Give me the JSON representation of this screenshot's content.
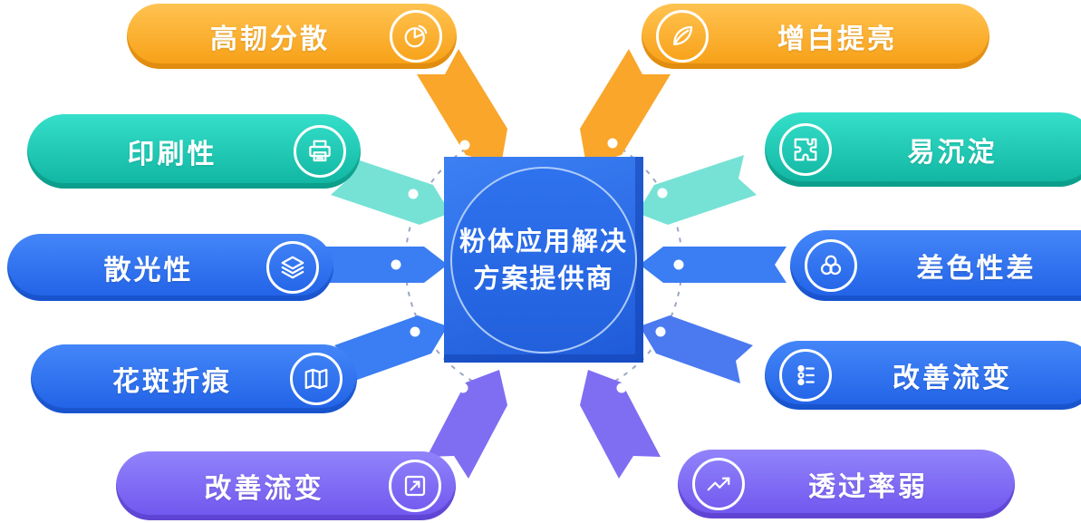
{
  "center": {
    "line1": "粉体应用解决",
    "line2": "方案提供商"
  },
  "left_items": [
    {
      "label": "高韧分散",
      "icon": "pie-chart-icon",
      "color": "#F79E13"
    },
    {
      "label": "印刷性",
      "icon": "printer-icon",
      "color": "#0FB4A0"
    },
    {
      "label": "散光性",
      "icon": "layers-icon",
      "color": "#2061E6"
    },
    {
      "label": "花斑折痕",
      "icon": "map-icon",
      "color": "#2061E6"
    },
    {
      "label": "改善流变",
      "icon": "trend-box-icon",
      "color": "#6F55EE"
    }
  ],
  "right_items": [
    {
      "label": "增白提亮",
      "icon": "leaf-icon",
      "color": "#F79E13"
    },
    {
      "label": "易沉淀",
      "icon": "puzzle-icon",
      "color": "#0FB4A0"
    },
    {
      "label": "差色性差",
      "icon": "color-circles-icon",
      "color": "#2061E6"
    },
    {
      "label": "改善流变",
      "icon": "flow-list-icon",
      "color": "#2061E6"
    },
    {
      "label": "透过率弱",
      "icon": "trend-line-icon",
      "color": "#6F55EE"
    }
  ],
  "colors": {
    "orange": "#F79E13",
    "teal": "#0FB4A0",
    "blue": "#2061E6",
    "purple": "#6F55EE",
    "center_blue": "#2260DC",
    "arrow_teal": "#76E2D5",
    "arrow_orange": "#F9A62B",
    "arrow_blue": "#3B7DF2",
    "arrow_purple": "#7F6EF2",
    "dashed_arc": "#9AA7C4"
  }
}
